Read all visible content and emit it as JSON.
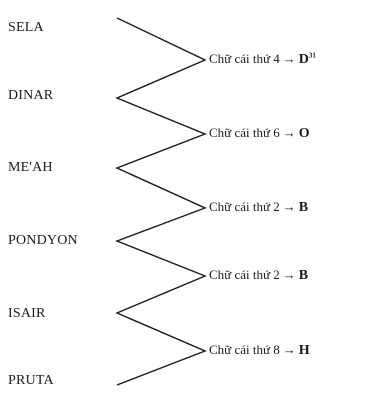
{
  "diagram": {
    "words": [
      "SELA",
      "DINAR",
      "ME'AH",
      "PONDYON",
      "ISAIR",
      "PRUTA"
    ],
    "rules": [
      {
        "text": "Chữ cái thứ 4",
        "arrow": "→",
        "letter": "D",
        "sup": "31"
      },
      {
        "text": "Chữ cái thứ 6",
        "arrow": "→",
        "letter": "O",
        "sup": ""
      },
      {
        "text": "Chữ cái thứ 2",
        "arrow": "→",
        "letter": "B",
        "sup": ""
      },
      {
        "text": "Chữ cái thứ 2",
        "arrow": "→",
        "letter": "B",
        "sup": ""
      },
      {
        "text": "Chữ cái thứ 8",
        "arrow": "→",
        "letter": "H",
        "sup": ""
      }
    ],
    "line_color": "#1a1a1a"
  }
}
